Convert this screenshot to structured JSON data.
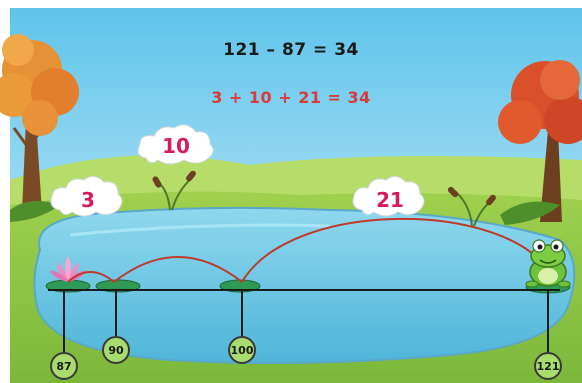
{
  "equations": {
    "subtraction": "121 – 87 =  34",
    "addition": "3 + 10 + 21 = 34"
  },
  "clouds": [
    {
      "label": "3"
    },
    {
      "label": "10"
    },
    {
      "label": "21"
    }
  ],
  "number_line": {
    "markers": [
      {
        "label": "87"
      },
      {
        "label": "90"
      },
      {
        "label": "100"
      },
      {
        "label": "121"
      }
    ]
  },
  "colors": {
    "sky": "#b9e6f7",
    "pond": "#6cc6e3",
    "grass": "#8fc94a",
    "jump_arc": "#c0392b",
    "addition_text": "#d93a3a",
    "cloud_text": "#d81b5c",
    "marker_fill": "#a8dc6e"
  },
  "icons": [
    "tree-icon",
    "lotus-flower-icon",
    "frog-icon",
    "lily-pad-icon",
    "cattail-icon",
    "cloud-icon"
  ]
}
